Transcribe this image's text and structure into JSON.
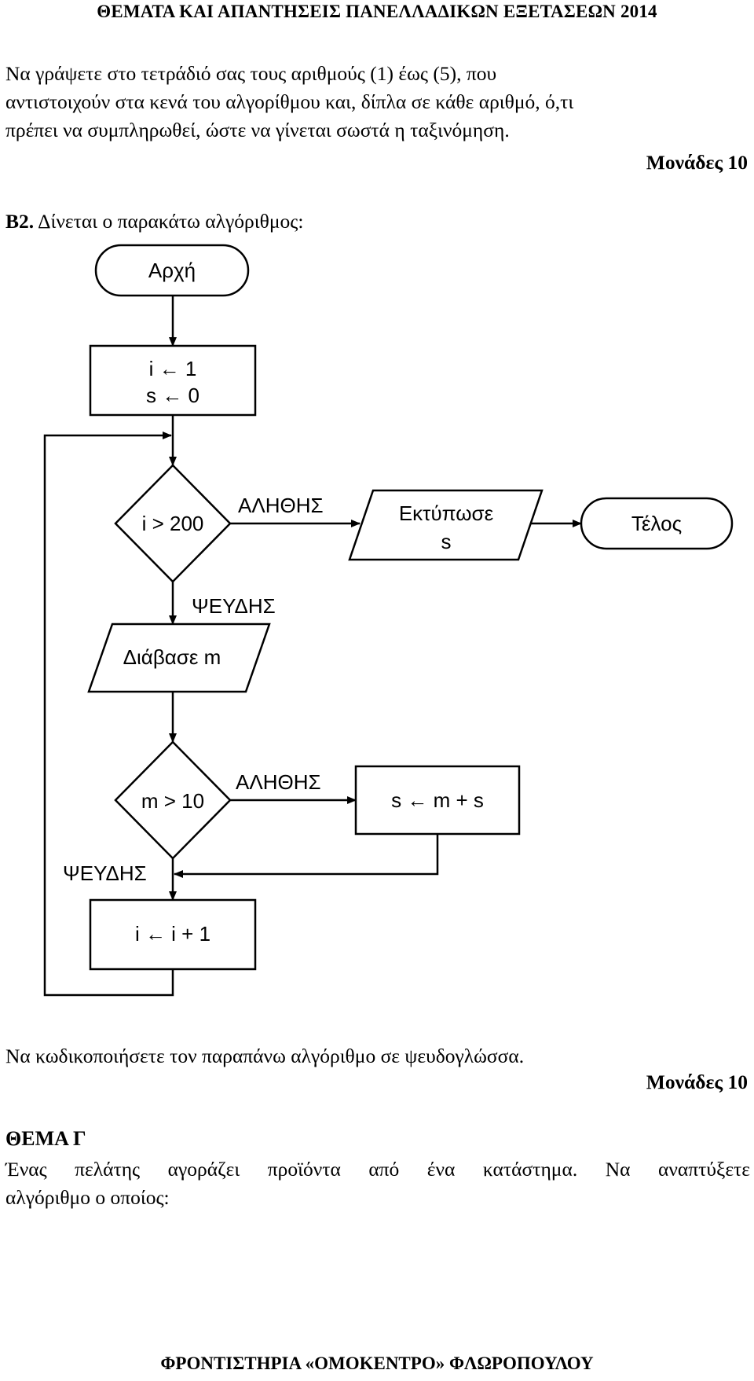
{
  "header": {
    "title": "ΘΕΜΑΤΑ ΚΑΙ ΑΠΑΝΤΗΣΕΙΣ ΠΑΝΕΛΛΑΔΙΚΩΝ ΕΞΕΤΑΣΕΩΝ 2014"
  },
  "intro": {
    "lines": [
      "Να γράψετε στο τετράδιό σας τους αριθμούς (1) έως (5), που",
      "αντιστοιχούν στα κενά του αλγορίθμου και, δίπλα σε κάθε αριθμό, ό,τι",
      "πρέπει να συμπληρωθεί, ώστε να γίνεται σωστά η ταξινόμηση."
    ],
    "points": "Μονάδες 10"
  },
  "b2": {
    "label": "Β2.",
    "text": " Δίνεται ο παρακάτω αλγόριθμος:"
  },
  "flowchart": {
    "start": "Αρχή",
    "init_1": "i ← 1",
    "init_2": "s ← 0",
    "cond_1": "i > 200",
    "true_1": "ΑΛΗΘΗΣ",
    "print_1": "Εκτύπωσε",
    "print_2": "s",
    "end": "Τέλος",
    "false_1": "ΨΕΥΔΗΣ",
    "read": "Διάβασε m",
    "cond_2": "m > 10",
    "true_2": "ΑΛΗΘΗΣ",
    "assign": "s ← m + s",
    "false_2": "ΨΕΥΔΗΣ",
    "increment": "i ← i + 1"
  },
  "task": {
    "text": "Να κωδικοποιήσετε τον παραπάνω αλγόριθμο σε ψευδογλώσσα.",
    "points": "Μονάδες 10"
  },
  "theme_c": {
    "heading": "ΘΕΜΑ Γ",
    "lines": [
      "Ένας πελάτης αγοράζει προϊόντα από ένα κατάστημα. Να αναπτύξετε",
      "αλγόριθμο ο οποίος:"
    ]
  },
  "footer": {
    "text": "ΦΡΟΝΤΙΣΤΗΡΙΑ «ΟΜΟΚΕΝΤΡΟ» ΦΛΩΡΟΠΟΥΛΟΥ"
  }
}
